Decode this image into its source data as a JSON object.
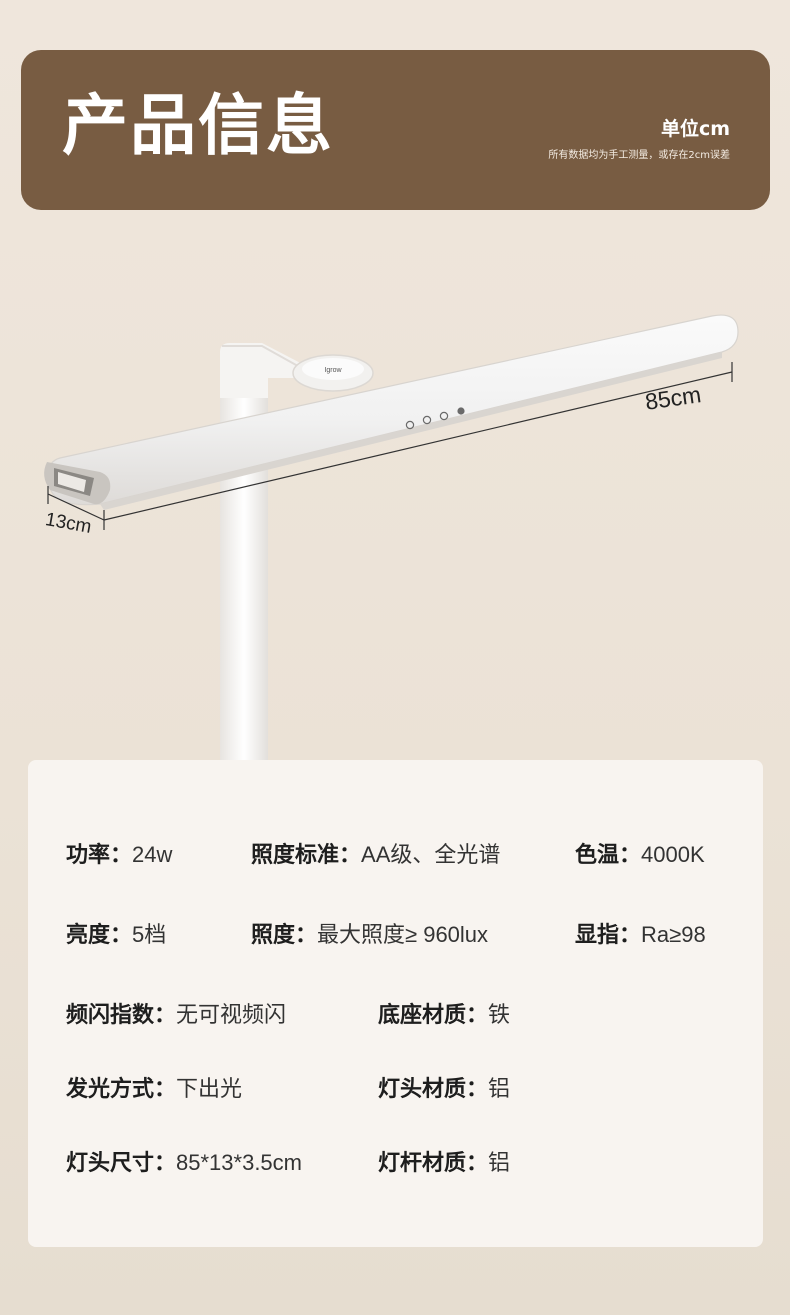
{
  "header": {
    "title": "产品信息",
    "unit": "单位cm",
    "note": "所有数据均为手工测量，或存在2cm误差"
  },
  "product": {
    "brand_mark": "Igrow",
    "dimensions": {
      "length": "85cm",
      "width": "13cm"
    },
    "control_icons": [
      "power-icon",
      "mode-icon",
      "minus-icon",
      "brightness-icon"
    ]
  },
  "specs": {
    "power": {
      "label": "功率：",
      "value": "24w"
    },
    "standard": {
      "label": "照度标准：",
      "value": "AA级、全光谱"
    },
    "color_temp": {
      "label": "色温：",
      "value": "4000K"
    },
    "brightness": {
      "label": "亮度：",
      "value": "5档"
    },
    "illuminance": {
      "label": "照度：",
      "value": "最大照度≥ 960lux"
    },
    "cri": {
      "label": "显指：",
      "value": "Ra≥98"
    },
    "flicker": {
      "label": "频闪指数：",
      "value": "无可视频闪"
    },
    "base_material": {
      "label": "底座材质：",
      "value": "铁"
    },
    "light_mode": {
      "label": "发光方式：",
      "value": "下出光"
    },
    "head_material": {
      "label": "灯头材质：",
      "value": "铝"
    },
    "head_size": {
      "label": "灯头尺寸：",
      "value": "85*13*3.5cm"
    },
    "pole_material": {
      "label": "灯杆材质：",
      "value": "铝"
    }
  }
}
